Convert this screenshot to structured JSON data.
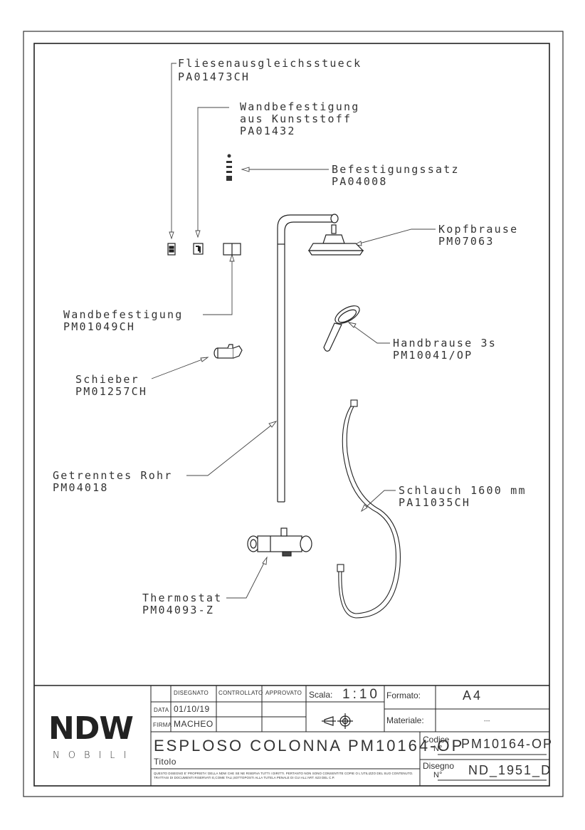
{
  "parts": [
    {
      "name": "Fliesenausgleichsstueck",
      "code": "PA01473CH"
    },
    {
      "name1": "Wandbefestigung",
      "name2": "aus Kunststoff",
      "code": "PA01432"
    },
    {
      "name": "Befestigungssatz",
      "code": "PA04008"
    },
    {
      "name": "Kopfbrause",
      "code": "PM07063"
    },
    {
      "name": "Wandbefestigung",
      "code": "PM01049CH"
    },
    {
      "name": "Handbrause 3s",
      "code": "PM10041/OP"
    },
    {
      "name": "Schieber",
      "code": "PM01257CH"
    },
    {
      "name": "Getrenntes Rohr",
      "code": "PM04018"
    },
    {
      "name": "Schlauch 1600 mm",
      "code": "PA11035CH"
    },
    {
      "name": "Thermostat",
      "code": "PM04093-Z"
    }
  ],
  "title_block": {
    "brand": "NDW",
    "brand_sub": "NOBILI",
    "disegnato": "DISEGNATO",
    "controllato": "CONTROLLATO",
    "approvato": "APPROVATO",
    "data_label": "DATA",
    "data_value": "01/10/19",
    "firma_label": "FIRMA",
    "firma_value": "MACHEO",
    "scala_label": "Scala:",
    "scala_value": "1:10",
    "formato_label": "Formato:",
    "formato_value": "A4",
    "materiale_label": "Materiale:",
    "materiale_value": "---",
    "titolo_main": "ESPLOSO COLONNA PM10164-OP",
    "titolo_label": "Titolo",
    "codice_label": "Codice",
    "codice_n": "N°",
    "codice_value": "PM10164-OP",
    "disegno_label": "Disegno",
    "disegno_n": "N°",
    "disegno_value": "ND_1951_D",
    "notice": "QUESTO DISEGNO E' PROPRIETA' DELLA NDW CHE SE NE RISERVA TUTTI I DIRITTI. PERTANTO NON SONO CONSENTITE COPIE O L'UTILIZZO DEL SUO CONTENUTO. TRATTASI DI DOCUMENTI RISERVATI E,COME TALI,SOTTOPOSTI ALLA TUTELA PENALE DI CUI ALL'ART. 623 DEL C.P."
  }
}
